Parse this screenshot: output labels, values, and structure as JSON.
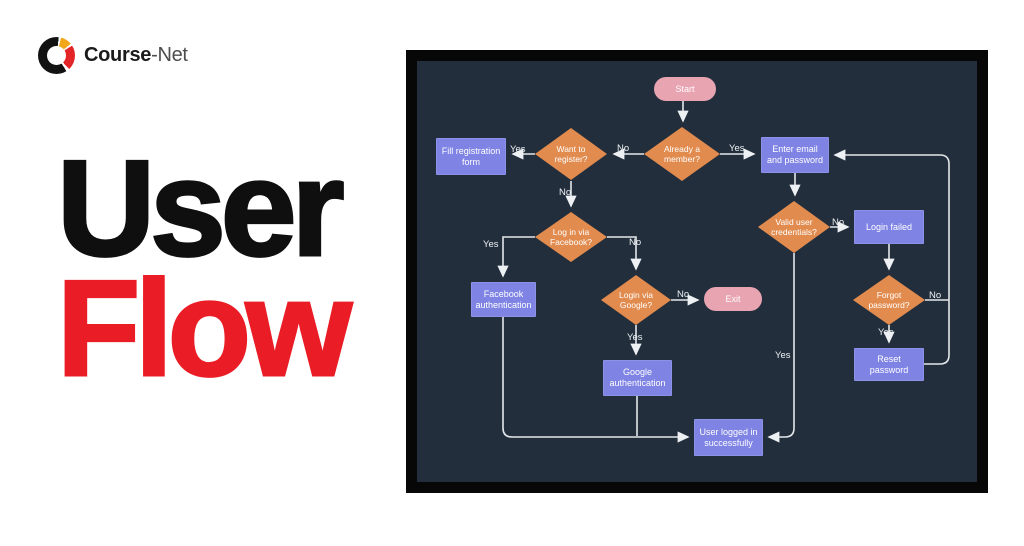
{
  "left_panel": {
    "logo": {
      "brand_bold": "Course",
      "brand_light": "-Net"
    },
    "title_line1": "User",
    "title_line2": "Flow"
  },
  "flowchart": {
    "colors": {
      "panel_background": "#222e3c",
      "panel_border": "#070707",
      "process_fill": "#7e83e4",
      "decision_fill": "#e18b4e",
      "terminal_fill": "#e9a4b2",
      "connector": "#e3e7ea",
      "node_text": "#ffffff",
      "title_black": "#0f0f0f",
      "title_red": "#ea1c25"
    },
    "nodes": {
      "start": {
        "type": "terminal",
        "label": "Start"
      },
      "member": {
        "type": "decision",
        "label": "Already a member?"
      },
      "register": {
        "type": "decision",
        "label": "Want to register?"
      },
      "fillreg": {
        "type": "process",
        "label": "Fill registration form"
      },
      "email": {
        "type": "process",
        "label": "Enter email and password"
      },
      "fblogin": {
        "type": "decision",
        "label": "Log in via Facebook?"
      },
      "fbauth": {
        "type": "process",
        "label": "Facebook authentication"
      },
      "google": {
        "type": "decision",
        "label": "Login via Google?"
      },
      "exit": {
        "type": "terminal",
        "label": "Exit"
      },
      "gauth": {
        "type": "process",
        "label": "Google authentication"
      },
      "valid": {
        "type": "decision",
        "label": "Valid user credentials?"
      },
      "failed": {
        "type": "process",
        "label": "Login failed"
      },
      "forgot": {
        "type": "decision",
        "label": "Forgot password?"
      },
      "reset": {
        "type": "process",
        "label": "Reset password"
      },
      "success": {
        "type": "process",
        "label": "User logged in successfully"
      }
    },
    "edge_labels": {
      "yes_member": "Yes",
      "no_member": "No",
      "yes_register": "Yes",
      "no_register": "No",
      "yes_fb": "Yes",
      "no_fb": "No",
      "no_google": "No",
      "yes_google": "Yes",
      "no_valid": "No",
      "yes_valid": "Yes",
      "no_forgot": "No",
      "yes_forgot": "Yes"
    }
  }
}
